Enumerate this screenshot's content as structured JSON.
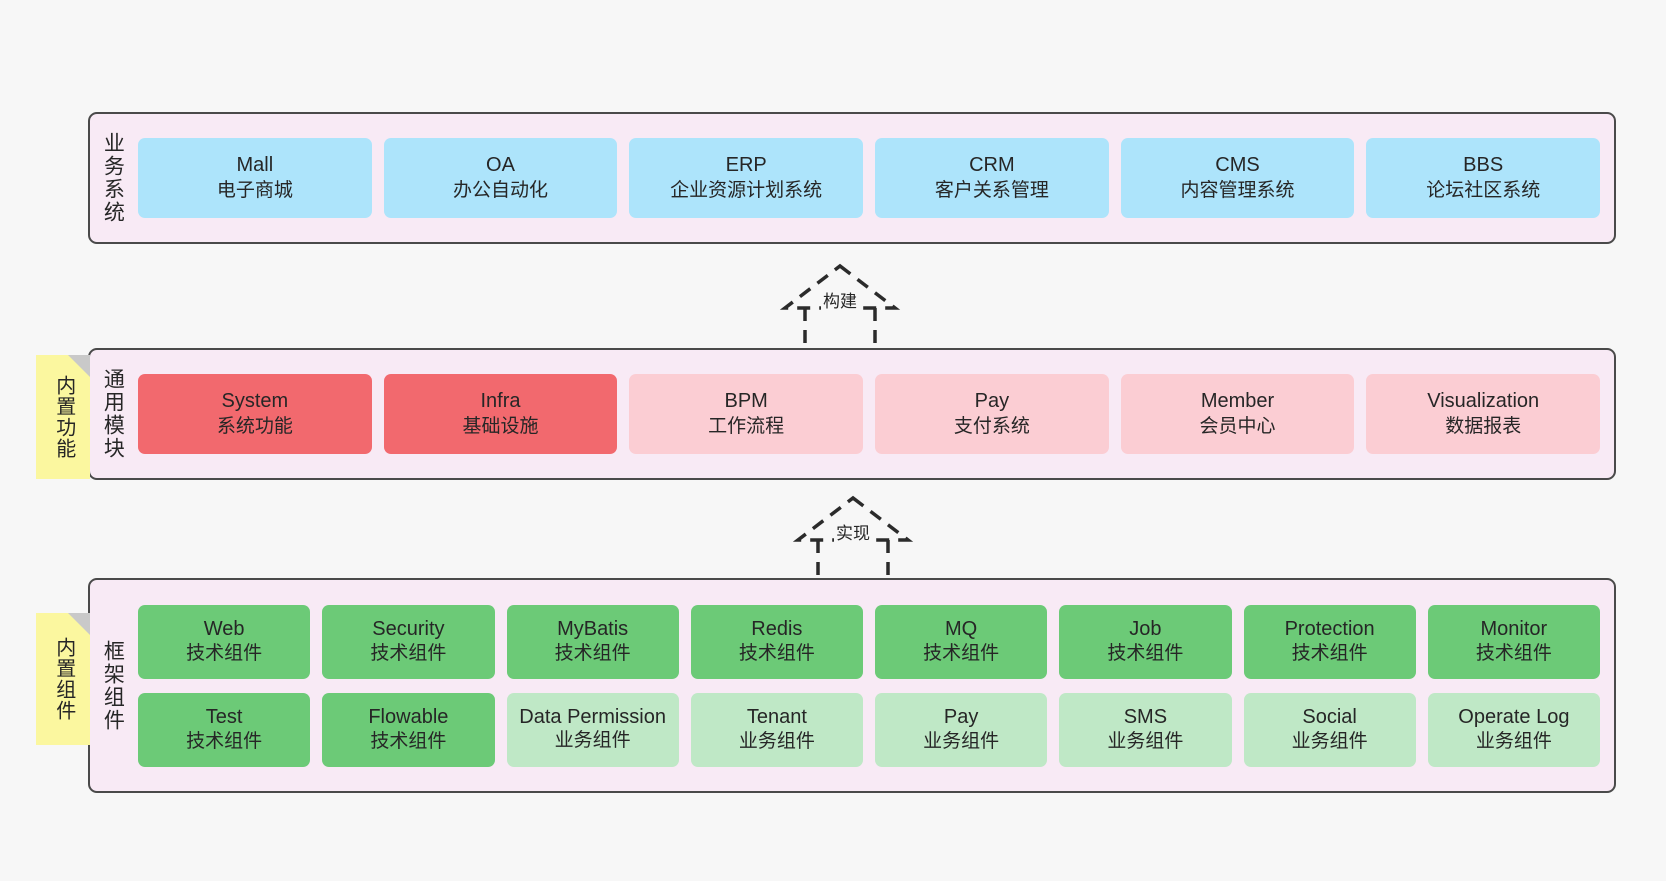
{
  "canvas": {
    "background": "#f7f7f7",
    "card_colors": {
      "business": "#ade4fb",
      "core_module": "#f2696e",
      "module": "#fbcdd3",
      "tech_component": "#6cca77",
      "biz_component": "#bfe8c6",
      "section_fill": "#f8eaf5",
      "section_border": "#4a4a4a",
      "note": "#fbf79f"
    }
  },
  "sections": [
    {
      "label": "业务系统",
      "cards": [
        {
          "title": "Mall",
          "subtitle": "电子商城"
        },
        {
          "title": "OA",
          "subtitle": "办公自动化"
        },
        {
          "title": "ERP",
          "subtitle": "企业资源计划系统"
        },
        {
          "title": "CRM",
          "subtitle": "客户关系管理"
        },
        {
          "title": "CMS",
          "subtitle": "内容管理系统"
        },
        {
          "title": "BBS",
          "subtitle": "论坛社区系统"
        }
      ]
    },
    {
      "label": "通用模块",
      "note": "内置功能",
      "cards": [
        {
          "title": "System",
          "subtitle": "系统功能",
          "variant": "red"
        },
        {
          "title": "Infra",
          "subtitle": "基础设施",
          "variant": "red"
        },
        {
          "title": "BPM",
          "subtitle": "工作流程",
          "variant": "pink"
        },
        {
          "title": "Pay",
          "subtitle": "支付系统",
          "variant": "pink"
        },
        {
          "title": "Member",
          "subtitle": "会员中心",
          "variant": "pink"
        },
        {
          "title": "Visualization",
          "subtitle": "数据报表",
          "variant": "pink"
        }
      ]
    },
    {
      "label": "框架组件",
      "note": "内置组件",
      "rows": [
        [
          {
            "title": "Web",
            "subtitle": "技术组件",
            "variant": "green"
          },
          {
            "title": "Security",
            "subtitle": "技术组件",
            "variant": "green"
          },
          {
            "title": "MyBatis",
            "subtitle": "技术组件",
            "variant": "green"
          },
          {
            "title": "Redis",
            "subtitle": "技术组件",
            "variant": "green"
          },
          {
            "title": "MQ",
            "subtitle": "技术组件",
            "variant": "green"
          },
          {
            "title": "Job",
            "subtitle": "技术组件",
            "variant": "green"
          },
          {
            "title": "Protection",
            "subtitle": "技术组件",
            "variant": "green"
          },
          {
            "title": "Monitor",
            "subtitle": "技术组件",
            "variant": "green"
          }
        ],
        [
          {
            "title": "Test",
            "subtitle": "技术组件",
            "variant": "green"
          },
          {
            "title": "Flowable",
            "subtitle": "技术组件",
            "variant": "green"
          },
          {
            "title": "Data Permission",
            "subtitle": "业务组件",
            "variant": "lightgreen"
          },
          {
            "title": "Tenant",
            "subtitle": "业务组件",
            "variant": "lightgreen"
          },
          {
            "title": "Pay",
            "subtitle": "业务组件",
            "variant": "lightgreen"
          },
          {
            "title": "SMS",
            "subtitle": "业务组件",
            "variant": "lightgreen"
          },
          {
            "title": "Social",
            "subtitle": "业务组件",
            "variant": "lightgreen"
          },
          {
            "title": "Operate Log",
            "subtitle": "业务组件",
            "variant": "lightgreen"
          }
        ]
      ]
    }
  ],
  "connectors": [
    {
      "label": "构建"
    },
    {
      "label": "实现"
    }
  ]
}
